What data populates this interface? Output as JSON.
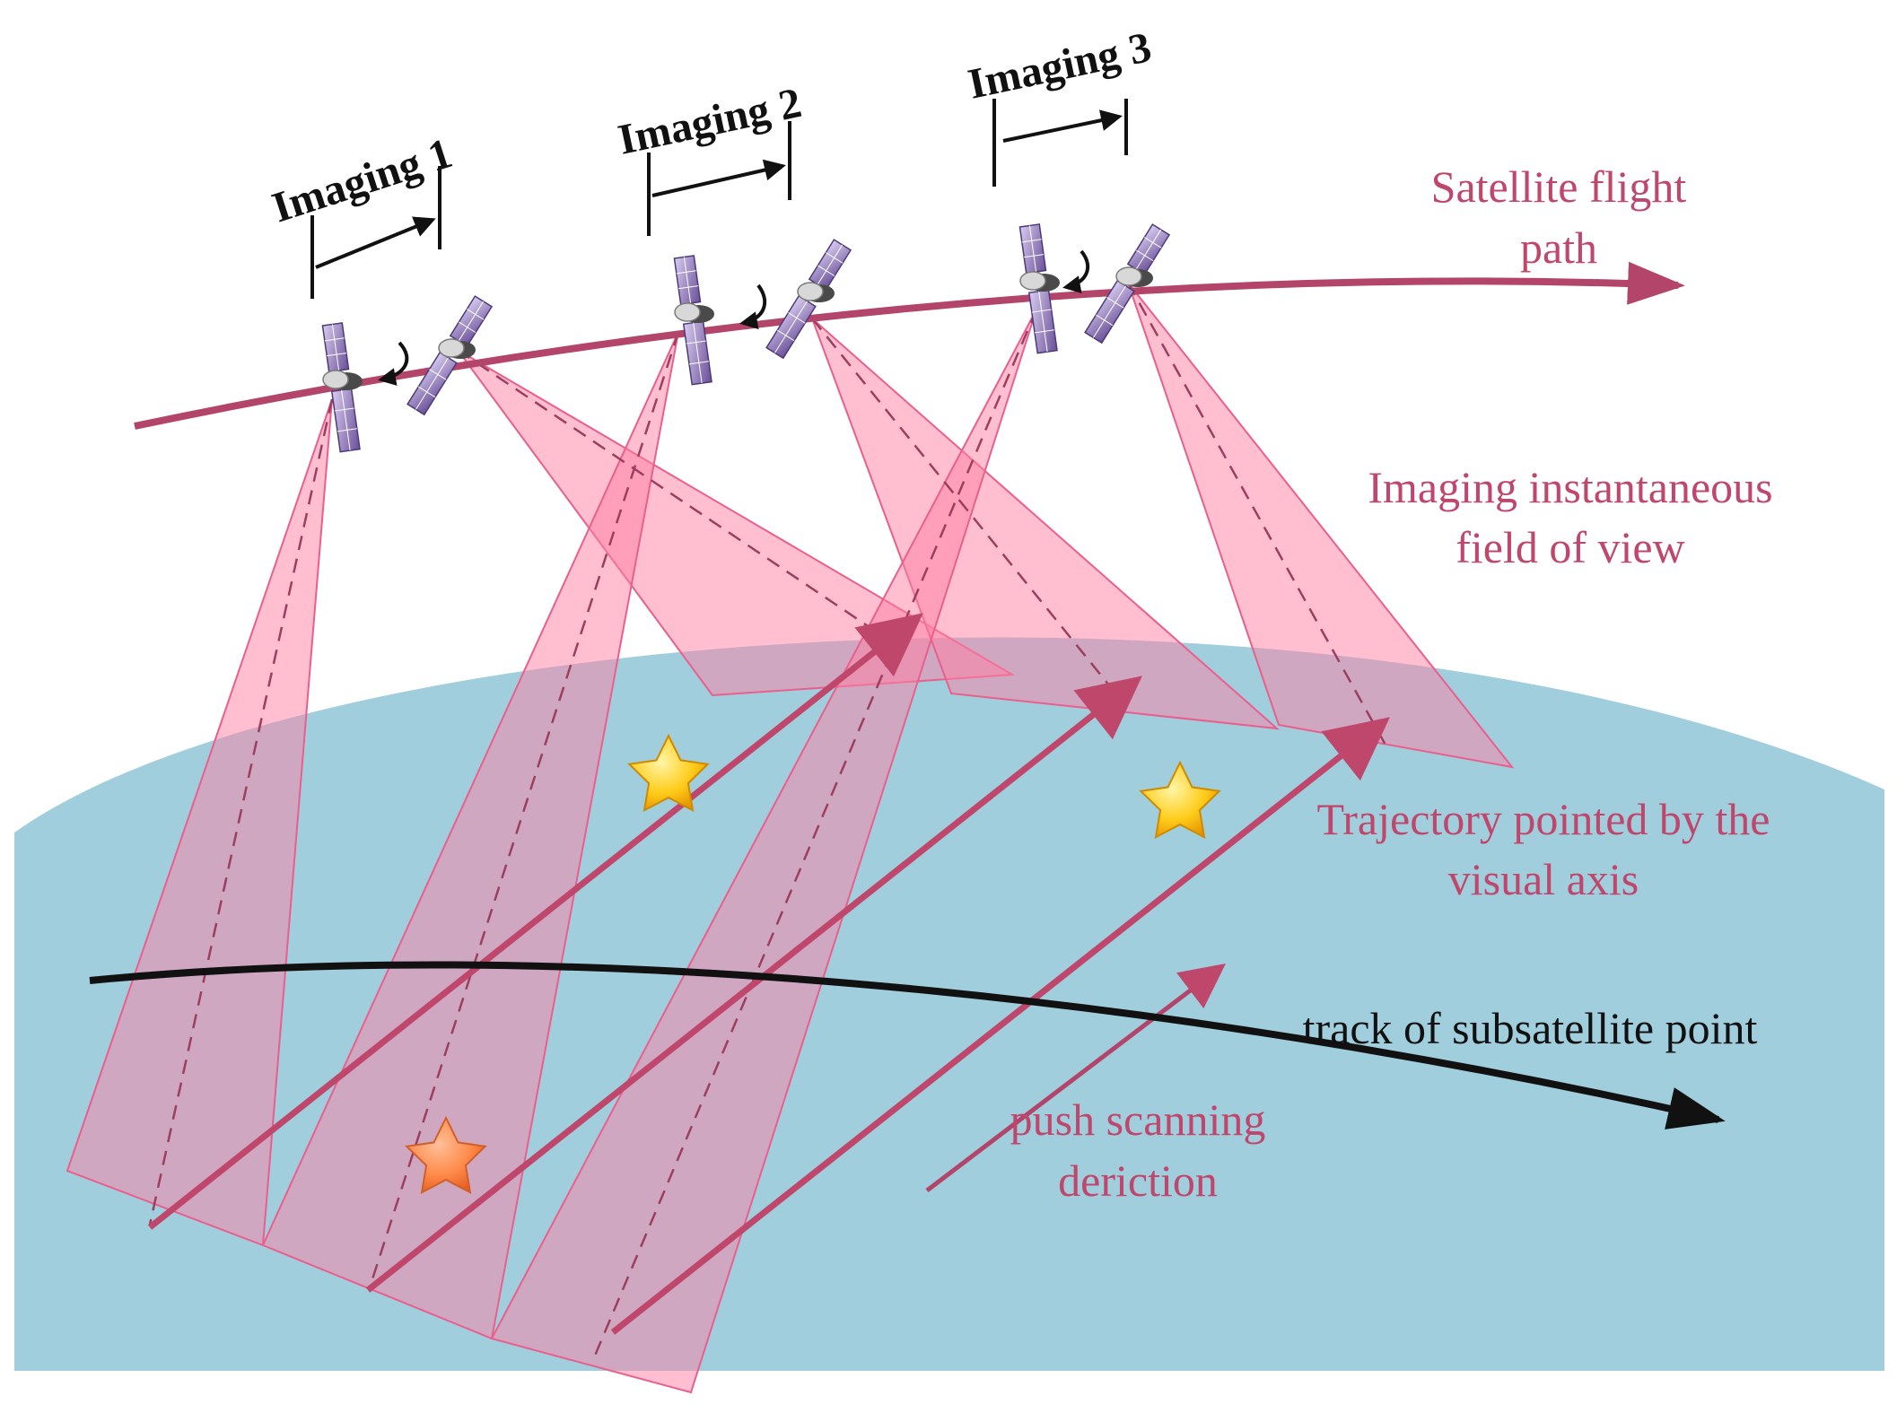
{
  "imaging_labels": [
    "Imaging 1",
    "Imaging 2",
    "Imaging 3"
  ],
  "labels": {
    "flight_path_1": "Satellite flight",
    "flight_path_2": "path",
    "ifov_1": "Imaging instantaneous",
    "ifov_2": "field of view",
    "trajectory_1": "Trajectory pointed by the",
    "trajectory_2": "visual axis",
    "subsatellite_track": "track of subsatellite point",
    "push_1": "push scanning",
    "push_2": "deriction"
  },
  "colors": {
    "earth": "#a0cedd",
    "flight_path": "#b3456b",
    "fov_fill": "#ff7fa4",
    "text_pink": "#c0476c",
    "track": "#111111",
    "star_gold": "#f5b800",
    "star_orange": "#ff7a3c"
  },
  "icons": [
    "satellite-icon",
    "rotation-arrow-icon",
    "star-icon"
  ]
}
